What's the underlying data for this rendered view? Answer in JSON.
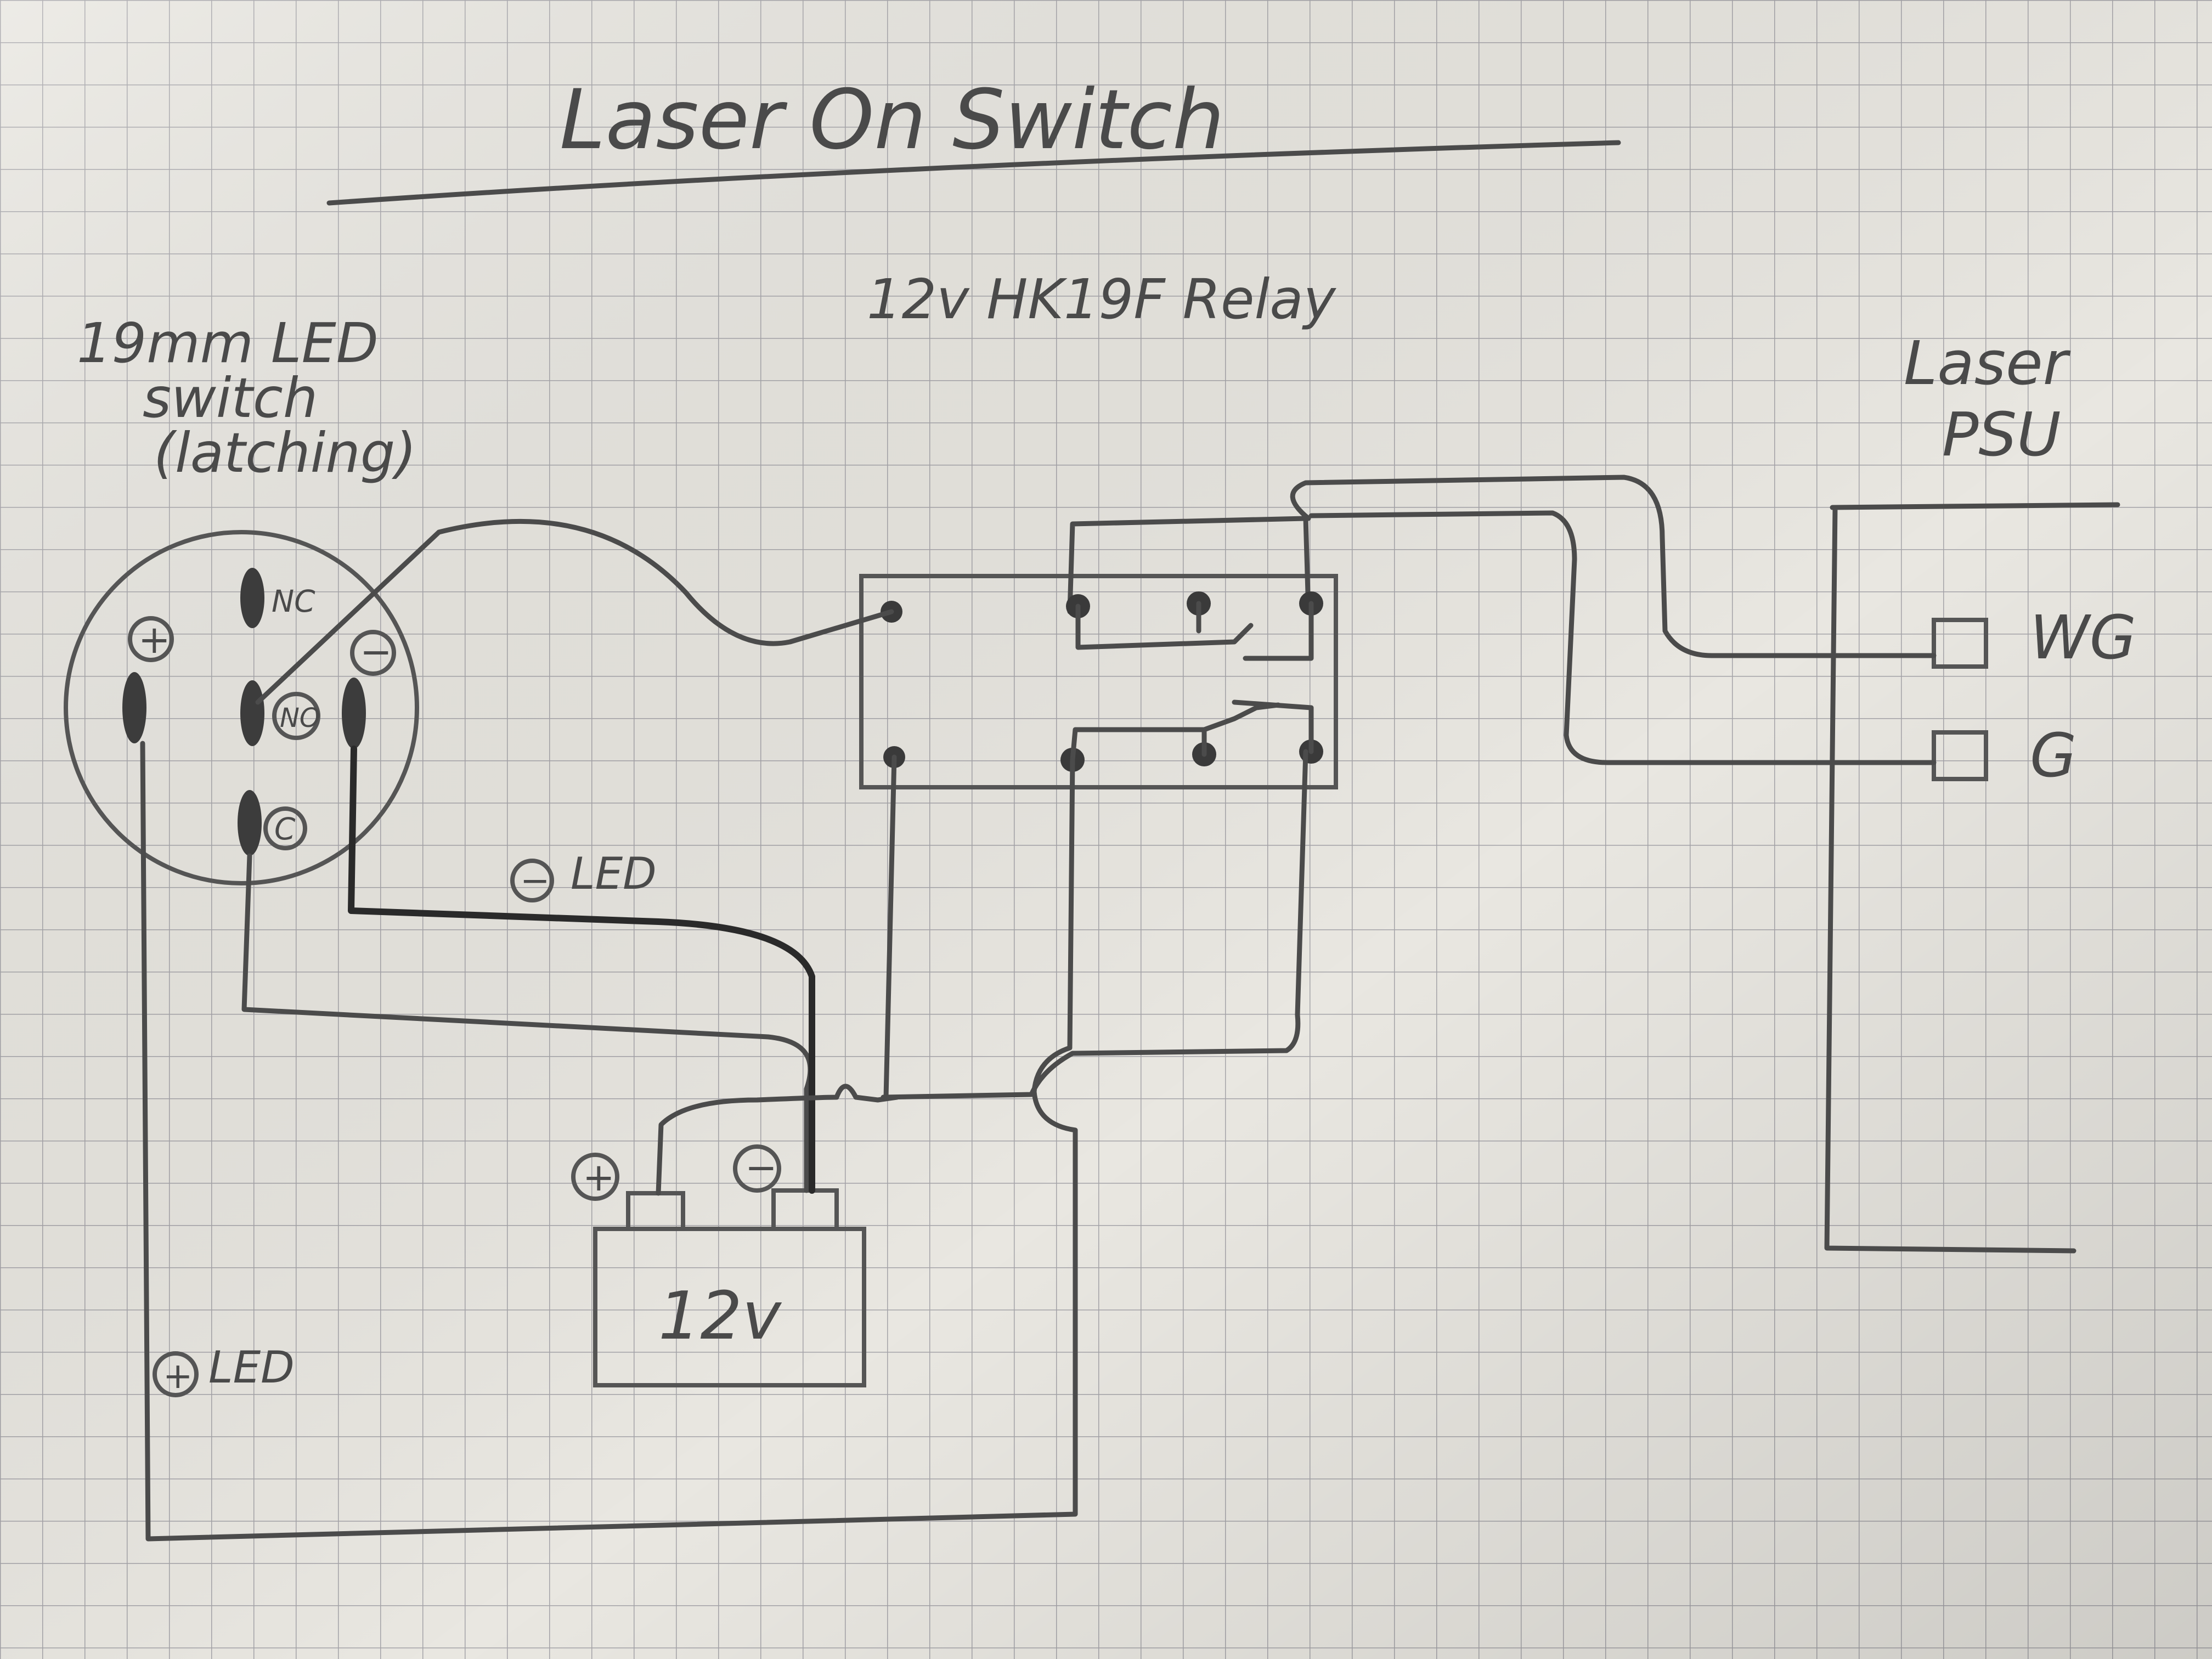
{
  "title": "Laser On Switch",
  "switch": {
    "label_line1": "19mm LED",
    "label_line2": "switch",
    "label_line3": "(latching)",
    "pin_plus": "+",
    "pin_minus": "−",
    "pin_nc": "NC",
    "pin_no": "NO",
    "pin_c": "C"
  },
  "relay": {
    "label": "12v HK19F Relay"
  },
  "psu": {
    "label_line1": "Laser",
    "label_line2": "PSU",
    "terminal_wg": "WG",
    "terminal_g": "G"
  },
  "battery": {
    "label": "12v",
    "plus": "+",
    "minus": "−"
  },
  "wire_labels": {
    "minus_led": "LED",
    "plus_led": "LED",
    "minus_sign": "−",
    "plus_sign": "+"
  },
  "colors": {
    "paper": "#e9e7e1",
    "grid": "#9a9aa0",
    "pencil": "#4b4b4b"
  }
}
